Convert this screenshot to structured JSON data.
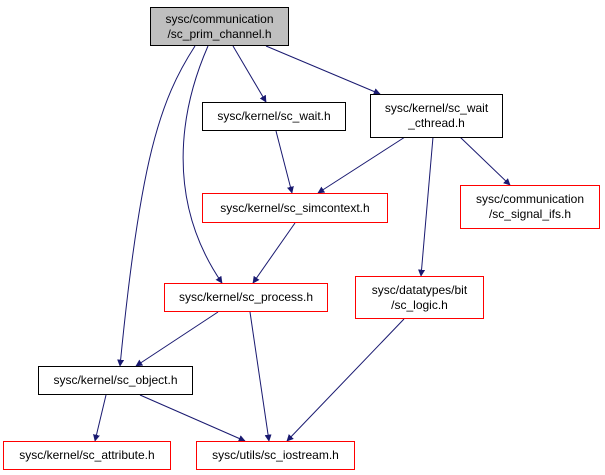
{
  "colors": {
    "edge": "#191970",
    "node_border": "#000000",
    "node_border_incomplete": "#ff0000",
    "root_fill": "#bfbfbf"
  },
  "nodes": {
    "sc_prim_channel": {
      "line1": "sysc/communication",
      "line2": "/sc_prim_channel.h"
    },
    "sc_wait": {
      "line1": "sysc/kernel/sc_wait.h"
    },
    "sc_wait_cthread": {
      "line1": "sysc/kernel/sc_wait",
      "line2": "_cthread.h"
    },
    "sc_simcontext": {
      "line1": "sysc/kernel/sc_simcontext.h"
    },
    "sc_signal_ifs": {
      "line1": "sysc/communication",
      "line2": "/sc_signal_ifs.h"
    },
    "sc_process": {
      "line1": "sysc/kernel/sc_process.h"
    },
    "sc_logic": {
      "line1": "sysc/datatypes/bit",
      "line2": "/sc_logic.h"
    },
    "sc_object": {
      "line1": "sysc/kernel/sc_object.h"
    },
    "sc_attribute": {
      "line1": "sysc/kernel/sc_attribute.h"
    },
    "sc_iostream": {
      "line1": "sysc/utils/sc_iostream.h"
    }
  }
}
